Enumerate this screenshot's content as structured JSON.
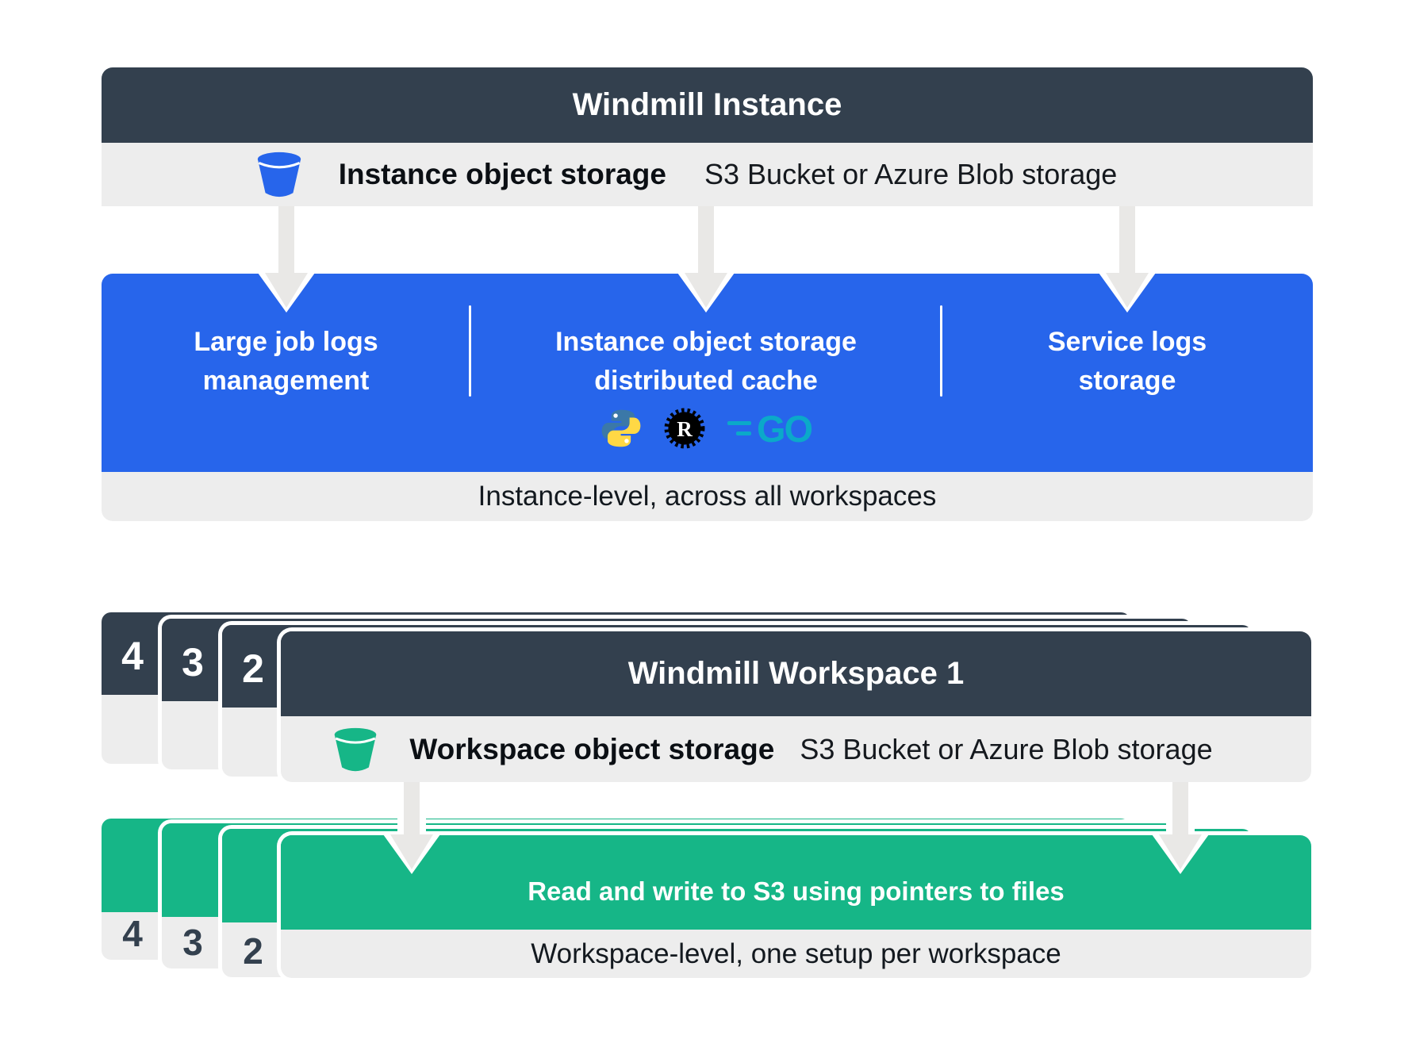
{
  "instance": {
    "title": "Windmill Instance",
    "storage_label": "Instance object storage",
    "storage_sublabel": "S3 Bucket or Azure Blob storage",
    "columns": [
      {
        "line1": "Large job logs",
        "line2": "management"
      },
      {
        "line1": "Instance object storage",
        "line2": "distributed cache"
      },
      {
        "line1": "Service logs",
        "line2": "storage"
      }
    ],
    "caption": "Instance-level, across all workspaces"
  },
  "workspace": {
    "title": "Windmill Workspace 1",
    "storage_label": "Workspace object storage",
    "storage_sublabel": "S3 Bucket or Azure Blob storage",
    "stack_numbers": [
      "4",
      "3",
      "2"
    ],
    "action": "Read and write to S3 using pointers to files",
    "caption": "Workspace-level, one setup per workspace"
  },
  "icons": {
    "instance_bucket": "blue-bucket-icon",
    "workspace_bucket": "green-bucket-icon",
    "python": "python-logo",
    "rust_letter": "R",
    "go_text": "GO"
  },
  "colors": {
    "dark": "#33404E",
    "blue": "#2765EB",
    "green": "#16B687",
    "strip": "#EDEDED",
    "arrow": "#E9E8E6",
    "textdark": "#13191F",
    "numdark": "#33404E",
    "pyblue": "#3B78A8",
    "pyyellow": "#FFD845",
    "rust": "#000000",
    "go": "#0BA9C9"
  }
}
